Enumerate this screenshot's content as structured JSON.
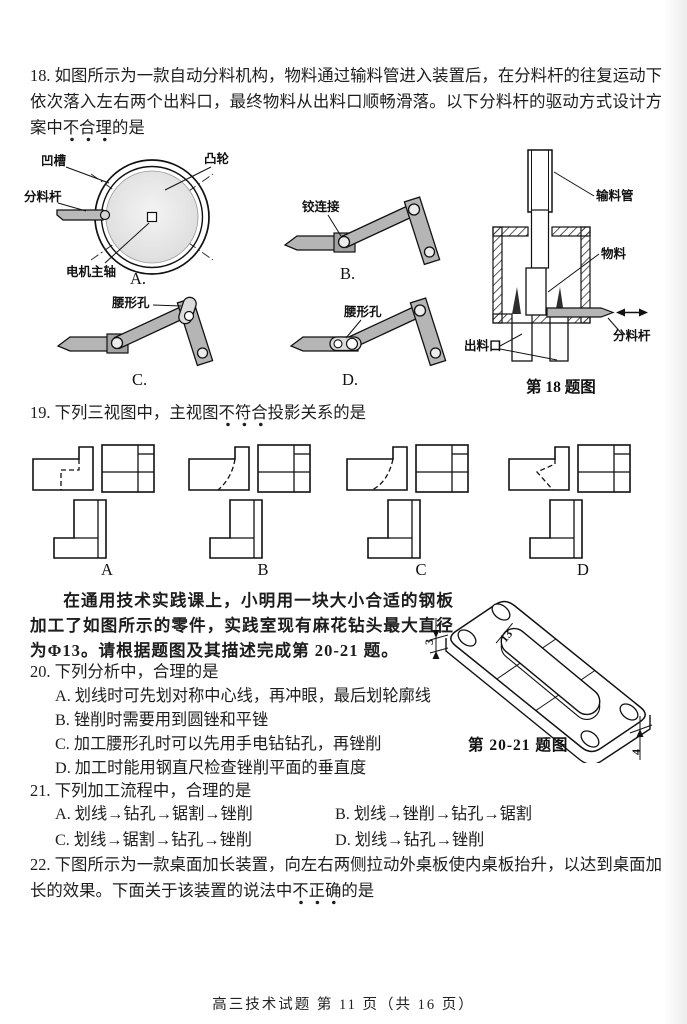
{
  "q18": {
    "stem_pre": "18. 如图所示为一款自动分料机构，物料通过输料管进入装置后，在分料杆的往复运动下依次落入左右两个出料口，最终物料从出料口顺畅滑落。以下分料杆的驱动方式设计方案中",
    "stem_emph": "不合理",
    "stem_post": "的是",
    "labels": {
      "groove": "凹槽",
      "cam": "凸轮",
      "rod": "分料杆",
      "motor_shaft": "电机主轴",
      "hinge": "铰连接",
      "slot_c": "腰形孔",
      "slot_d": "腰形孔",
      "feed_tube": "输料管",
      "material": "物料",
      "rod2": "分料杆",
      "outlet": "出料口"
    },
    "option_a": "A.",
    "option_b": "B.",
    "option_c": "C.",
    "option_d": "D.",
    "fig_caption": "第 18 题图"
  },
  "q19": {
    "stem_pre": "19. 下列三视图中，主视图",
    "stem_emph": "不符合",
    "stem_post": "投影关系的是",
    "options": [
      "A",
      "B",
      "C",
      "D"
    ]
  },
  "passage": {
    "text": "在通用技术实践课上，小明用一块大小合适的钢板加工了如图所示的零件，实践室现有麻花钻头最大直径为Φ13。请根据题图及其描述完成第 20-21 题。"
  },
  "fig2021": {
    "caption": "第 20-21 题图",
    "dim_thickness": "3",
    "dim_slot": "13",
    "dim_edge": "4"
  },
  "q20": {
    "stem": "20. 下列分析中，合理的是",
    "options": [
      "A. 划线时可先划对称中心线，再冲眼，最后划轮廓线",
      "B. 锉削时需要用到圆锉和平锉",
      "C. 加工腰形孔时可以先用手电钻钻孔，再锉削",
      "D. 加工时能用钢直尺检查锉削平面的垂直度"
    ]
  },
  "q21": {
    "stem": "21. 下列加工流程中，合理的是",
    "options": [
      "A. 划线→钻孔→锯割→锉削",
      "B. 划线→锉削→钻孔→锯割",
      "C. 划线→锯割→钻孔→锉削",
      "D. 划线→钻孔→锉削"
    ]
  },
  "q22": {
    "stem_pre": "22. 下图所示为一款桌面加长装置，向左右两侧拉动外桌板使内桌板抬升，以达到桌面加长的效果。下面关于该装置的说法中",
    "stem_emph": "不正确",
    "stem_post": "的是"
  },
  "footer": "高三技术试题 第 11 页（共 16 页）"
}
